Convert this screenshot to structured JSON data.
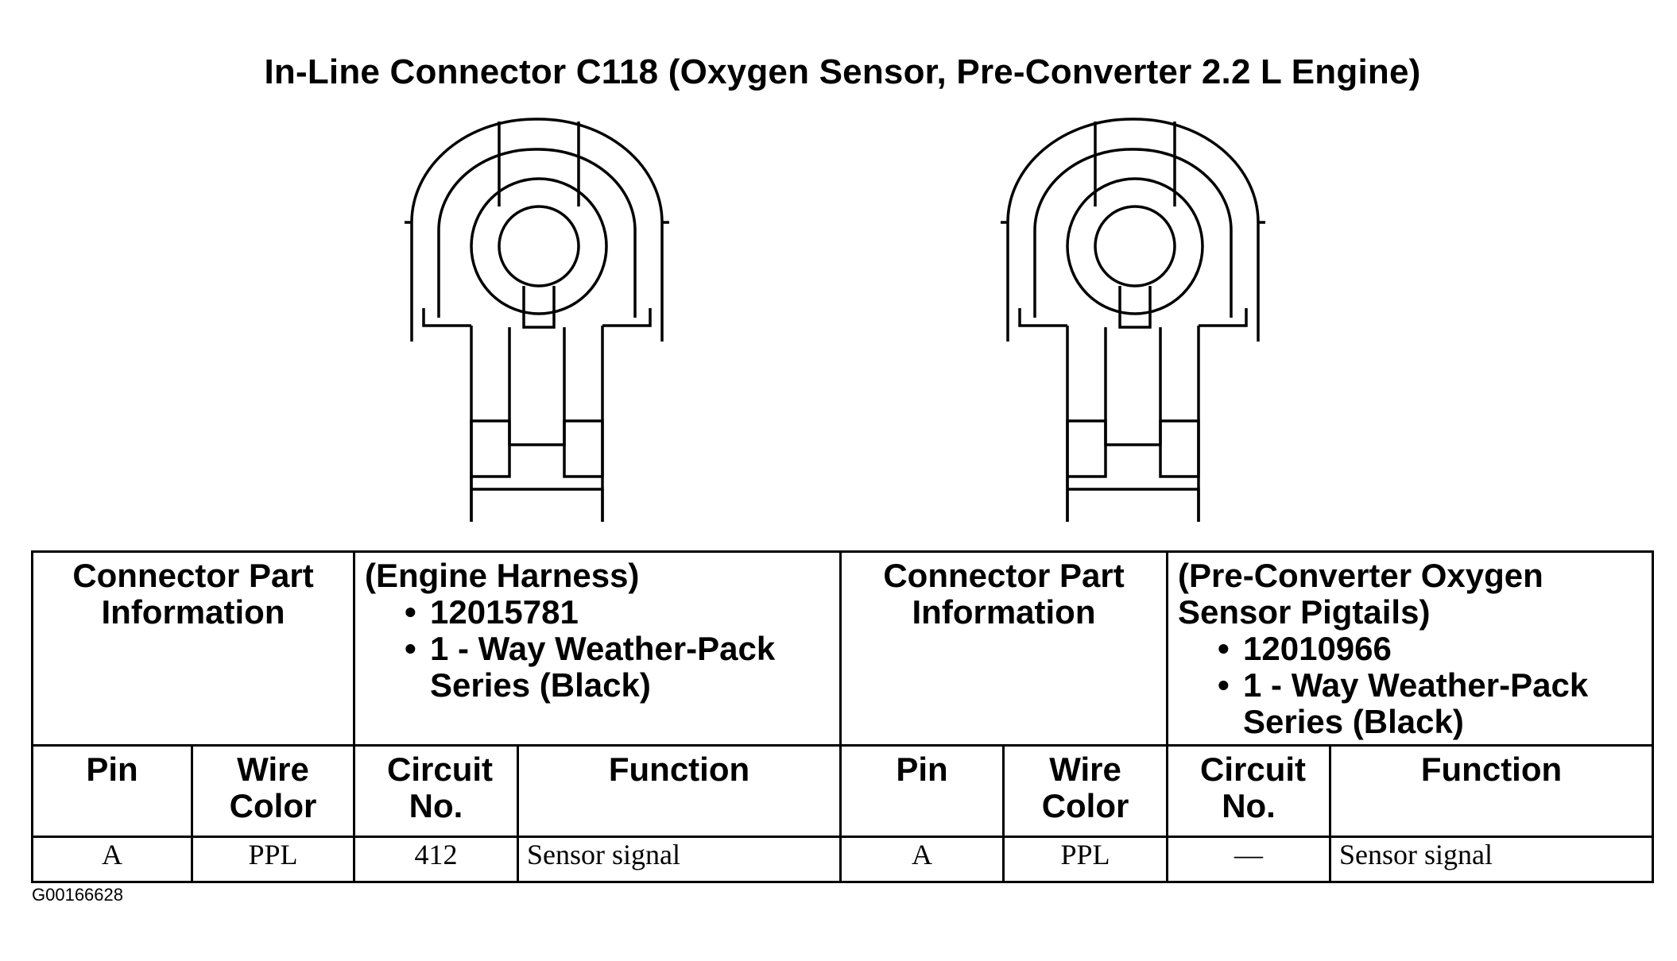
{
  "title": "In-Line Connector C118 (Oxygen Sensor, Pre-Converter 2.2 L Engine)",
  "diagram": {
    "connectors": [
      "left-connector-face",
      "right-connector-face"
    ]
  },
  "table": {
    "left": {
      "part_info_label": "Connector Part Information",
      "heading": "(Engine Harness)",
      "bullets": [
        "12015781",
        "1 - Way Weather-Pack Series (Black)"
      ],
      "columns": [
        "Pin",
        "Wire Color",
        "Circuit No.",
        "Function"
      ],
      "row": {
        "pin": "A",
        "wire_color": "PPL",
        "circuit": "412",
        "function": "Sensor signal"
      }
    },
    "right": {
      "part_info_label": "Connector Part Information",
      "heading": "(Pre-Converter Oxygen Sensor Pigtails)",
      "bullets": [
        "12010966",
        "1 - Way Weather-Pack Series (Black)"
      ],
      "columns": [
        "Pin",
        "Wire Color",
        "Circuit No.",
        "Function"
      ],
      "row": {
        "pin": "A",
        "wire_color": "PPL",
        "circuit": "—",
        "function": "Sensor signal"
      }
    }
  },
  "reference_id": "G00166628"
}
